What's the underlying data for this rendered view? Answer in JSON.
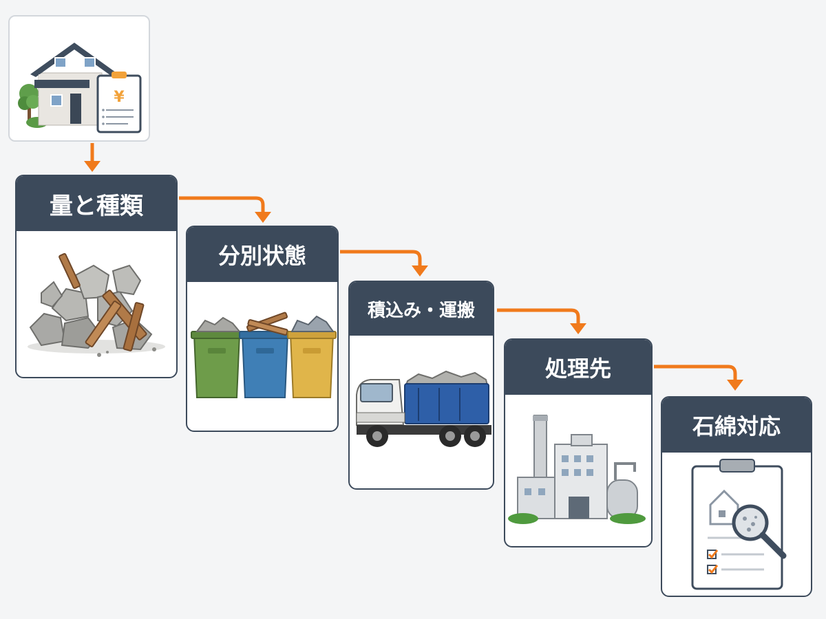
{
  "steps": [
    {
      "label": "量と種類",
      "icon": "rubble-pile-icon"
    },
    {
      "label": "分別状態",
      "icon": "sorted-bins-icon"
    },
    {
      "label": "積込み・運搬",
      "icon": "dump-truck-icon"
    },
    {
      "label": "処理先",
      "icon": "factory-icon"
    },
    {
      "label": "石綿対応",
      "icon": "asbestos-checklist-icon"
    }
  ],
  "start": {
    "icon": "house-estimate-icon",
    "price_symbol": "¥"
  },
  "colors": {
    "header_bg": "#3c4a5b",
    "arrow": "#f07a1c",
    "background": "#f4f5f6"
  }
}
